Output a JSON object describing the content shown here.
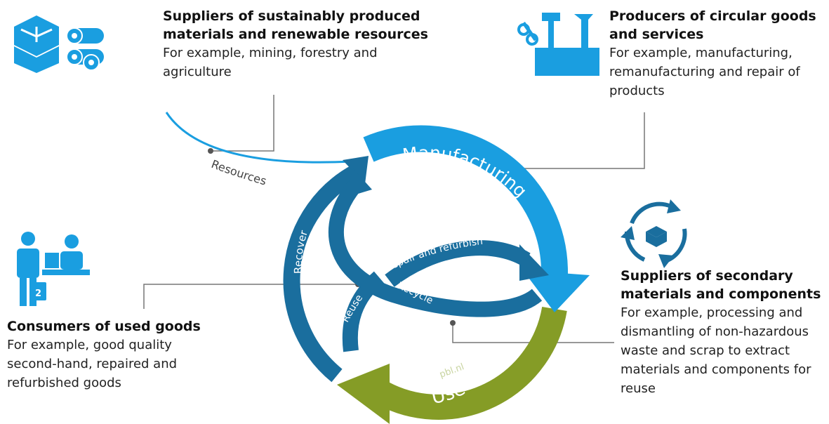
{
  "colors": {
    "light_blue": "#1a9ee0",
    "dark_blue": "#1a6e9e",
    "olive": "#859c26",
    "grey_line": "#777777",
    "text": "#222222"
  },
  "suppliers_sustainable": {
    "title": "Suppliers of sustainably produced materials and renewable resources",
    "body": "For example, mining, forestry and agriculture",
    "icon": "raw-materials-icon"
  },
  "producers_circular": {
    "title": "Producers of circular goods and services",
    "body": "For example, manufacturing, remanufacturing and repair of products",
    "icon": "toolbox-icon"
  },
  "consumers_used": {
    "title": "Consumers of used goods",
    "body": "For example, good quality second-hand, repaired and refurbished goods",
    "icon": "shop-consumers-icon"
  },
  "suppliers_secondary": {
    "title": "Suppliers of secondary materials and components",
    "body": "For example, processing and dismantling of non-hazardous waste and scrap to extract materials and components for reuse",
    "icon": "recycling-cycle-icon"
  },
  "cycle": {
    "resources": "Resources",
    "manufacturing": "Manufacturing",
    "use": "Use",
    "recover": "Recover",
    "reuse": "Reuse",
    "recycle": "Recycle",
    "repair_refurbish": "repair and refurbish",
    "watermark": "pbl.nl"
  }
}
